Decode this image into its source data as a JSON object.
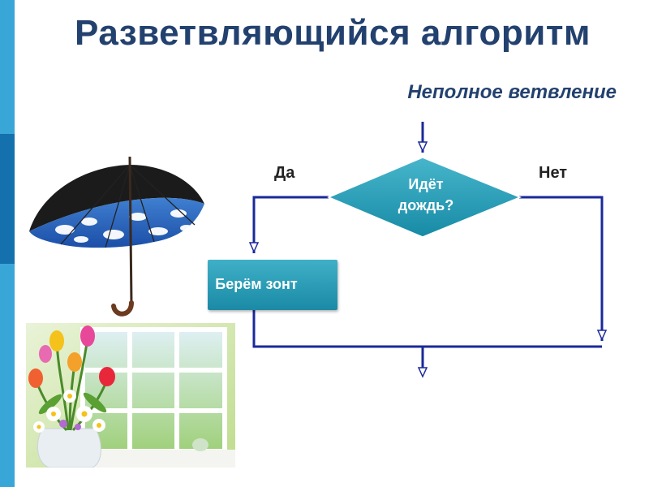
{
  "slide": {
    "title": "Разветвляющийся алгоритм",
    "subtitle": "Неполное ветвление"
  },
  "flowchart": {
    "condition": "Идёт дождь?",
    "yes_label": "Да",
    "no_label": "Нет",
    "action": "Берём зонт"
  },
  "colors": {
    "title": "#23416f",
    "shape_fill": "#1f9bb6",
    "line": "#1a2a99",
    "accent_bar": "#39a6d8"
  },
  "icons": {
    "illustration_1": "umbrella-icon",
    "illustration_2": "window-flowers-icon"
  }
}
